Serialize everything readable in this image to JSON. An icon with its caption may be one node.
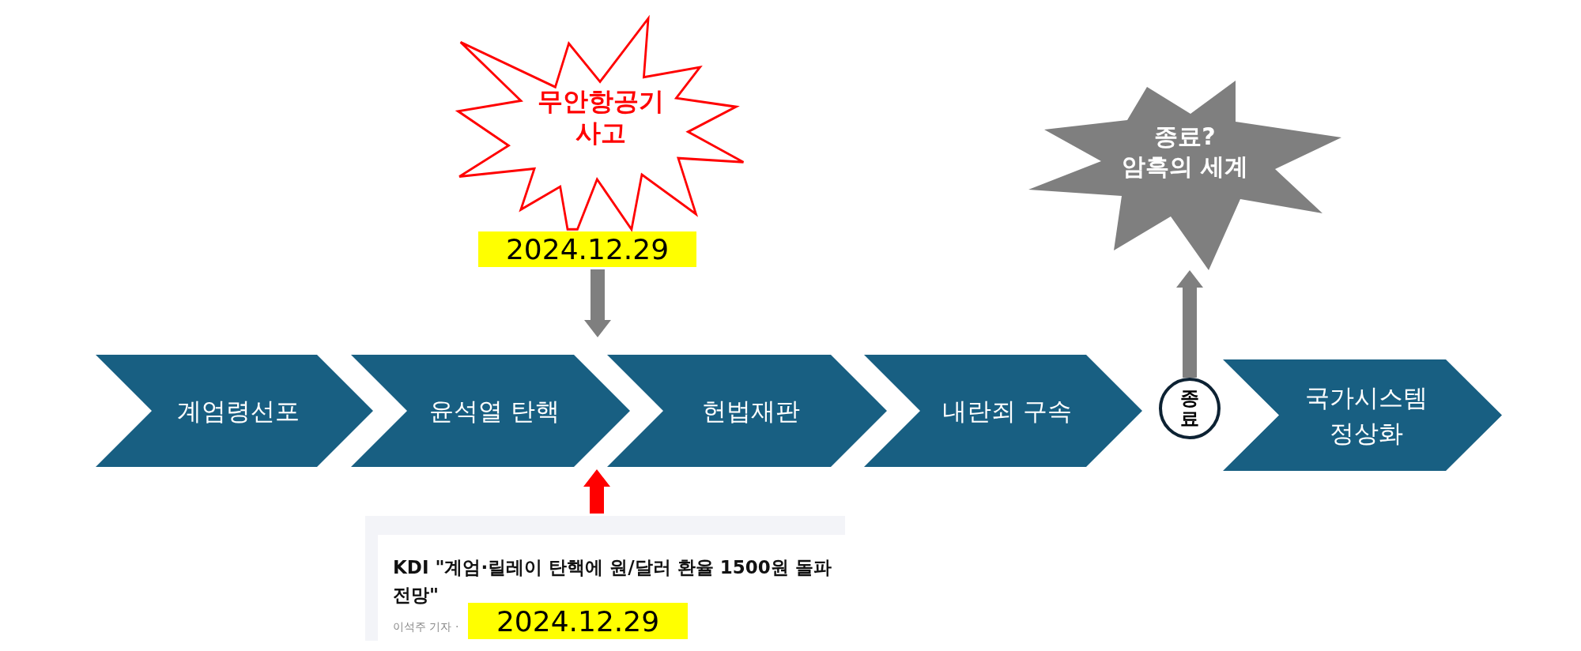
{
  "diagram": {
    "nodes": [
      {
        "text": [
          "계엄령선포"
        ]
      },
      {
        "text": [
          "윤석열 탄핵"
        ]
      },
      {
        "text": [
          "헌법재판"
        ]
      },
      {
        "text": [
          "내란죄 구속"
        ]
      },
      {
        "text": [
          "종료"
        ]
      },
      {
        "text": [
          "국가시스템 정상화"
        ]
      },
      {
        "text": [
          "무안항공기 사고"
        ]
      },
      {
        "text": [
          "2024.12.29"
        ]
      },
      {
        "text": [
          "종료? 암흑의 세계"
        ]
      },
      {
        "text": [
          "KDI \"계엄·릴레이 탄핵에 원/달러 환율 1500원 돌파 전망\"",
          "이석주 기자 ·"
        ]
      },
      {
        "text": [
          "2024.12.29"
        ],
        "in": 9
      }
    ],
    "edges": [
      {
        "from": 7,
        "to": null,
        "arrow": "to",
        "style": "thick"
      },
      {
        "from": 9,
        "to": null,
        "arrow": "to",
        "style": "thick",
        "color": "#ff0000"
      },
      {
        "from": 4,
        "to": 8,
        "arrow": "to",
        "style": "thick"
      }
    ]
  }
}
